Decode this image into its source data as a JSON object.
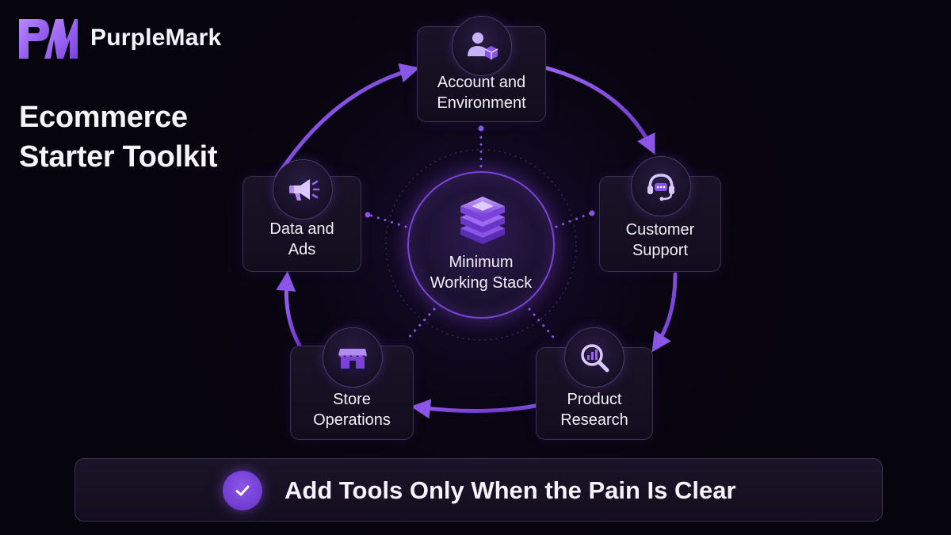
{
  "brand": {
    "name": "PurpleMark",
    "logo": "pm-logo-icon"
  },
  "title": {
    "line1": "Ecommerce",
    "line2": "Starter Toolkit"
  },
  "center": {
    "line1": "Minimum",
    "line2": "Working Stack",
    "icon": "stack-layers-icon"
  },
  "nodes": [
    {
      "id": "account",
      "line1": "Account and",
      "line2": "Environment",
      "icon": "user-box-icon"
    },
    {
      "id": "support",
      "line1": "Customer",
      "line2": "Support",
      "icon": "headset-icon"
    },
    {
      "id": "research",
      "line1": "Product",
      "line2": "Research",
      "icon": "magnifier-chart-icon"
    },
    {
      "id": "store",
      "line1": "Store",
      "line2": "Operations",
      "icon": "storefront-icon"
    },
    {
      "id": "data",
      "line1": "Data and",
      "line2": "Ads",
      "icon": "megaphone-icon"
    }
  ],
  "cycle_order": [
    "account",
    "support",
    "research",
    "store",
    "data"
  ],
  "banner": {
    "text": "Add Tools Only When the Pain Is Clear",
    "icon": "check-icon"
  },
  "colors": {
    "background": "#06040c",
    "accent": "#8b55e8",
    "accent_dark": "#5a2ab0",
    "card_border": "#3b3052",
    "text": "#f2f0f7"
  }
}
